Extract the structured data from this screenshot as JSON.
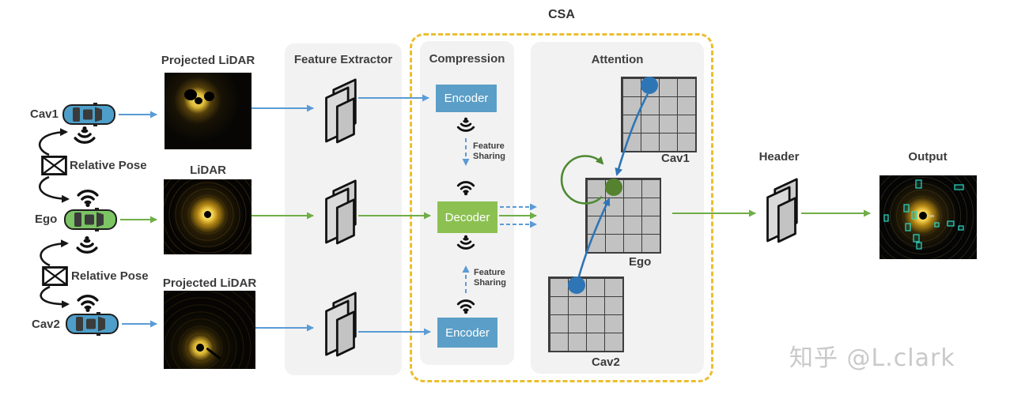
{
  "csa_label": "CSA",
  "watermark": "知乎 @L.clark",
  "left_flow": {
    "cav1_label": "Cav1",
    "ego_label": "Ego",
    "cav2_label": "Cav2",
    "relative_pose_label": "Relative Pose"
  },
  "lidar_images": {
    "cav1_title": "Projected LiDAR",
    "ego_title": "LiDAR",
    "cav2_title": "Projected LiDAR"
  },
  "feature_extractor": {
    "title": "Feature Extractor"
  },
  "compression": {
    "title": "Compression",
    "encoder_top_label": "Encoder",
    "decoder_label": "Decoder",
    "encoder_bottom_label": "Encoder",
    "feature_sharing_top": "Feature Sharing",
    "feature_sharing_bottom": "Feature Sharing"
  },
  "attention": {
    "title": "Attention",
    "cav1_grid_label": "Cav1",
    "ego_grid_label": "Ego",
    "cav2_grid_label": "Cav2"
  },
  "header": {
    "title": "Header"
  },
  "output": {
    "title": "Output"
  },
  "colors": {
    "cav_blue": "#4d9fca",
    "ego_green": "#7cc464",
    "encoder_blue": "#5b9ec7",
    "decoder_green": "#8cc152",
    "arrow_blue": "#5b9bd5",
    "arrow_green": "#70ad47",
    "attention_blue": "#2e75b6",
    "attention_green": "#54822e",
    "csa_dash_yellow": "#ecbe2f",
    "panel_gray": "#f2f2f2",
    "detection_teal": "#2fd8c4"
  }
}
